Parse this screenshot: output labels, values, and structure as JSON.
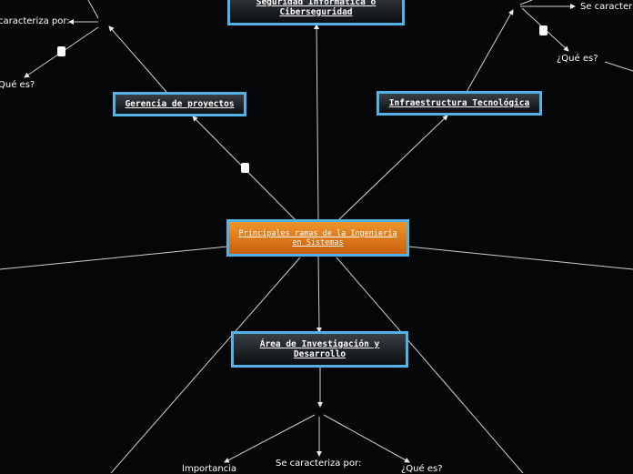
{
  "central": {
    "label": "Principales ramas de la Ingeniería en Sistemas"
  },
  "branches": {
    "seguridad": {
      "label": "Seguridad Informática o Ciberseguridad"
    },
    "gerencia": {
      "label": "Gerencia de proyectos"
    },
    "infraestructura": {
      "label": "Infraestructura Tecnológica"
    },
    "investigacion": {
      "label": "Área de Investigación y Desarrollo"
    }
  },
  "subtopics": {
    "gerencia_caracteriza": "caracteriza por:",
    "gerencia_que_es": "Qué es?",
    "infra_caracteriza": "Se caracter",
    "infra_que_es": "¿Qué es?",
    "inv_importancia": "Importancia",
    "inv_caracteriza": "Se caracteriza por:",
    "inv_que_es": "¿Qué es?"
  },
  "colors": {
    "background": "#050607",
    "central_fill": "#e57c1c",
    "node_border": "#4fb3e8",
    "line": "#d0d0d0"
  }
}
